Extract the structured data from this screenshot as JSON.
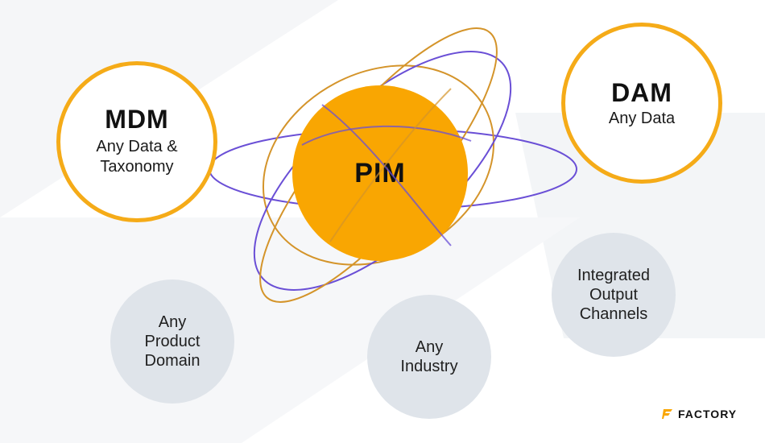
{
  "colors": {
    "accent": "#f9a602",
    "ring": "#f5ab18",
    "orbit_purple": "#6a4fd6",
    "orbit_gold": "#d4942a",
    "grey_node": "#dfe4ea",
    "background_band": "#f3f5f7"
  },
  "nodes": {
    "pim": {
      "title": "PIM"
    },
    "mdm": {
      "title": "MDM",
      "subtitle": "Any Data &\nTaxonomy"
    },
    "dam": {
      "title": "DAM",
      "subtitle": "Any Data"
    },
    "product_domain": {
      "label": "Any\nProduct\nDomain"
    },
    "industry": {
      "label": "Any\nIndustry"
    },
    "output_channels": {
      "label": "Integrated\nOutput\nChannels"
    }
  },
  "logo": {
    "icon": "factory-bolt-icon",
    "text": "FACTORY"
  }
}
